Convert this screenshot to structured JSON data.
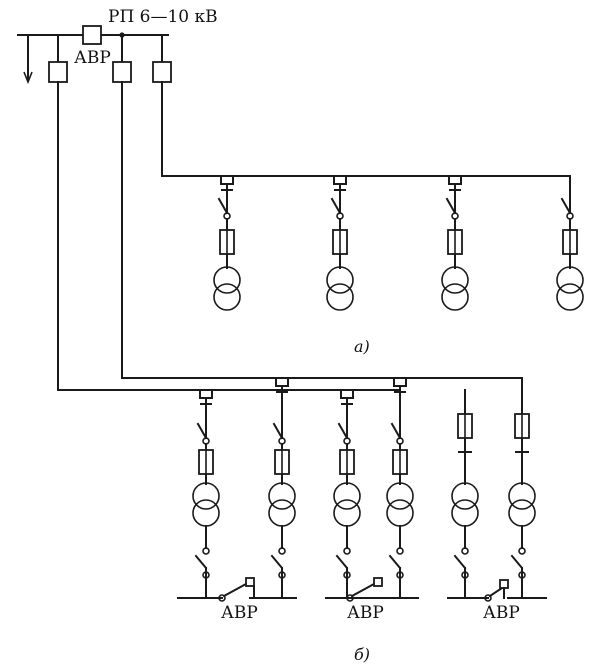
{
  "labels": {
    "substation": "РП 6—10 кВ",
    "avr_main": "АВР",
    "avr_a": "АВР",
    "avr_b": "АВР",
    "avr_c": "АВР",
    "caption_a": "а)",
    "caption_b": "б)"
  },
  "colors": {
    "line": "#1a1a1a",
    "background": "#ffffff"
  },
  "scheme_a": {
    "transformer_count": 4
  },
  "scheme_b": {
    "transformer_count": 6,
    "avr_sections": 3
  }
}
